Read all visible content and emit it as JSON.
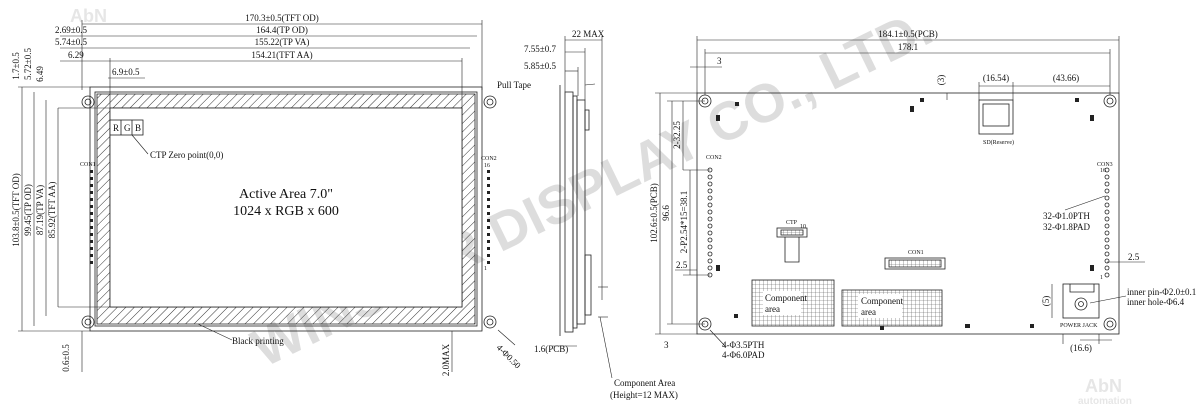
{
  "front_view": {
    "dims_top": [
      "170.3±0.5(TFT OD)",
      "164.4(TP OD)",
      "155.22(TP VA)",
      "154.21(TFT AA)"
    ],
    "dims_top_left": [
      "2.69±0.5",
      "5.74±0.5",
      "6.29",
      "6.9±0.5"
    ],
    "dims_left": [
      "103.8±0.5(TFT OD)",
      "99.45(TP OD)",
      "87.19(TP VA)",
      "85.92(TFT AA)"
    ],
    "dims_left_top": [
      "1.7±0.5",
      "5.72±0.5",
      "6.49"
    ],
    "dims_bottom": [
      "0.6±0.5",
      "2.0MAX",
      "4-Φ0.50"
    ],
    "rgb": [
      "R",
      "G",
      "B"
    ],
    "ctp_zero": "CTP Zero point(0,0)",
    "active_area_line1": "Active Area 7.0\"",
    "active_area_line2": "1024 x RGB x 600",
    "black_printing": "Black printing",
    "con1": "CON1",
    "con2": "CON2",
    "pin_16": "16",
    "pin_1": "1"
  },
  "side_view": {
    "pull_tape": "Pull Tape",
    "dims": [
      "22 MAX",
      "7.55±0.7",
      "5.85±0.5",
      "1.6(PCB)"
    ],
    "component_area_line1": "Component Area",
    "component_area_line2": "(Height=12 MAX)"
  },
  "back_view": {
    "dims_top": [
      "184.1±0.5(PCB)",
      "178.1",
      "3",
      "(3)",
      "(16.54)",
      "(43.66)"
    ],
    "dims_left": [
      "102.6±0.5(PCB)",
      "96.6",
      "2-32.25",
      "2-P2.54*15=38.1",
      "2.5",
      "3"
    ],
    "dims_right": [
      "2.5",
      "(5)",
      "(16.6)"
    ],
    "sd_label": "SD(Reserve)",
    "con2": "CON2",
    "con3": "CON3",
    "con1": "CON1",
    "ctp": "CTP",
    "ctp_pin": "10",
    "pin_16": "16",
    "pin_1": "1",
    "pth_line1": "32-Φ1.0PTH",
    "pth_line2": "32-Φ1.8PAD",
    "hole_line1": "4-Φ3.5PTH",
    "hole_line2": "4-Φ6.0PAD",
    "component_area_a_line1": "Component",
    "component_area_a_line2": "area",
    "component_area_b_line1": "Component",
    "component_area_b_line2": "area",
    "inner_pin": "inner pin-Φ2.0±0.1",
    "inner_hole": "inner hole-Φ6.4",
    "power_jack": "POWER JACK"
  },
  "watermark": {
    "company": "WINSTAR DISPLAY CO., LTD.",
    "abn_top": "AbN",
    "abn_bottom_line1": "AbN",
    "abn_bottom_line2": "automation"
  }
}
